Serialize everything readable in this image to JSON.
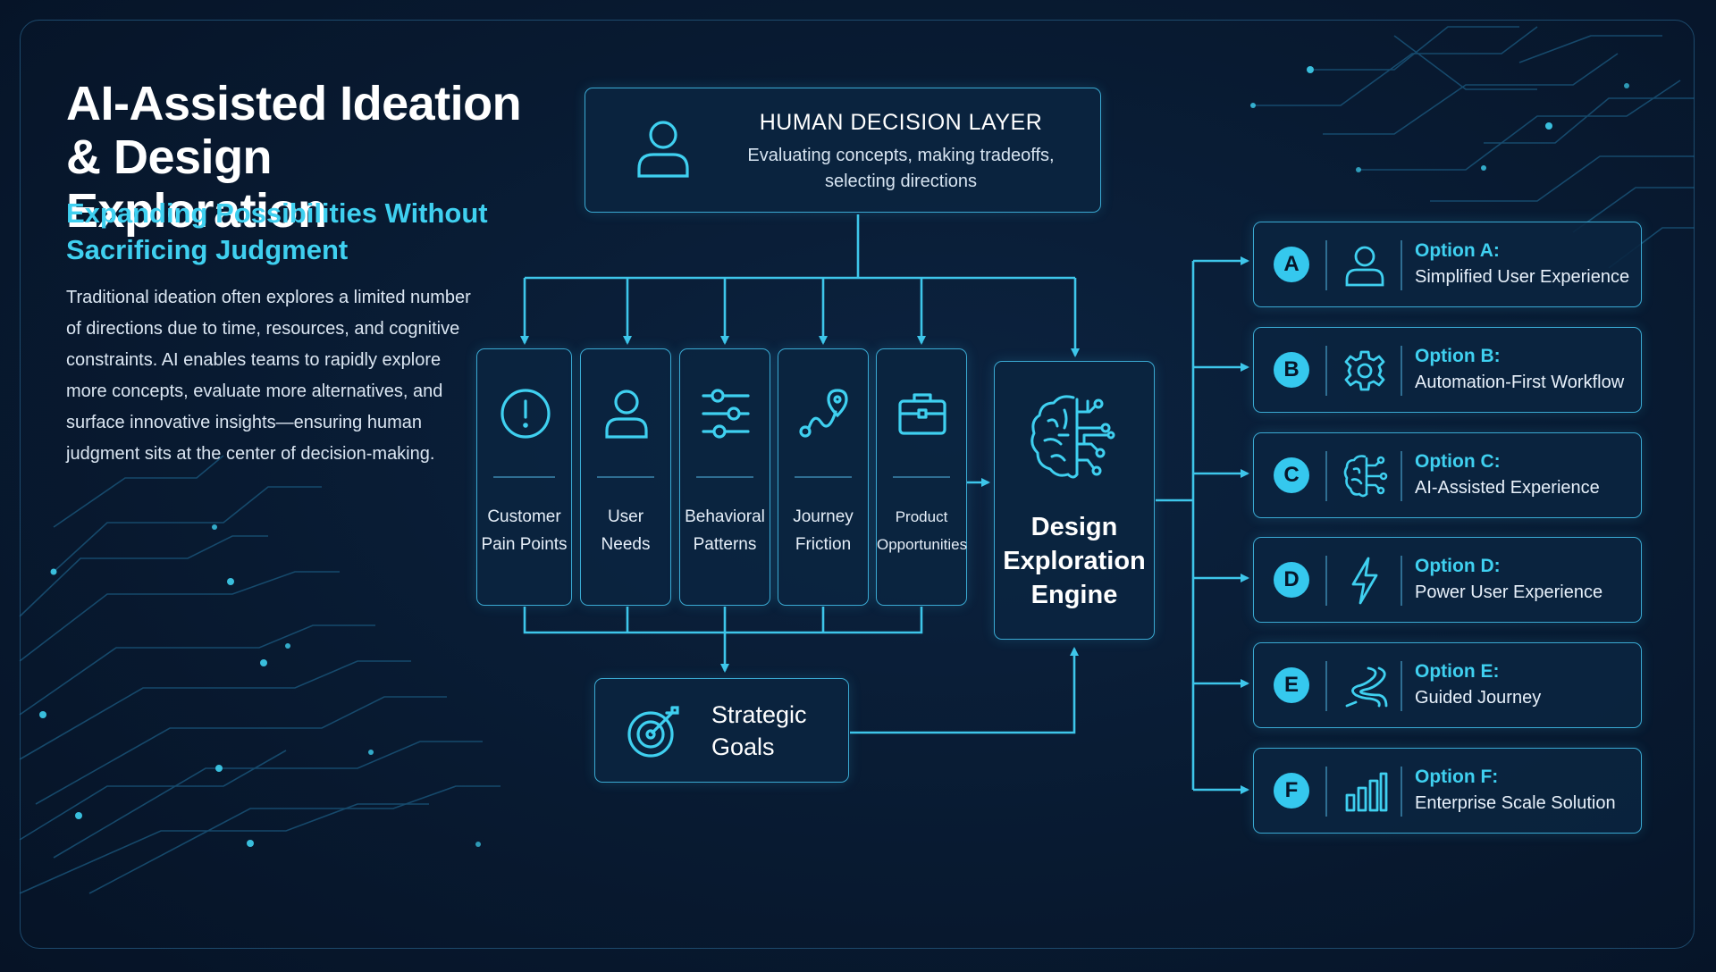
{
  "title": "AI-Assisted Ideation & Design Exploration",
  "subtitle": "Expanding Possibilities Without Sacrificing Judgment",
  "description": "Traditional ideation often explores a limited number of directions due to time, resources, and cognitive constraints. AI enables teams to rapidly explore more concepts, evaluate more alternatives, and surface innovative insights—ensuring human judgment sits at the center of decision-making.",
  "human_layer": {
    "title": "HUMAN DECISION LAYER",
    "subtitle": "Evaluating concepts, making tradeoffs, selecting directions",
    "icon": "user-icon"
  },
  "inputs": [
    {
      "label": "Customer Pain Points",
      "icon": "alert-circle-icon"
    },
    {
      "label": "User Needs",
      "icon": "user-icon"
    },
    {
      "label": "Behavioral Patterns",
      "icon": "sliders-icon"
    },
    {
      "label": "Journey Friction",
      "icon": "route-pin-icon"
    },
    {
      "label": "Product Opportunities",
      "icon": "briefcase-icon"
    }
  ],
  "goals": {
    "label": "Strategic Goals",
    "icon": "target-icon"
  },
  "engine": {
    "label": "Design Exploration Engine",
    "icon": "brain-circuit-icon"
  },
  "options": [
    {
      "letter": "A",
      "title": "Option A:",
      "desc": "Simplified User Experience",
      "icon": "user-icon"
    },
    {
      "letter": "B",
      "title": "Option B:",
      "desc": "Automation-First Workflow",
      "icon": "gear-icon"
    },
    {
      "letter": "C",
      "title": "Option C:",
      "desc": "AI-Assisted Experience",
      "icon": "brain-icon"
    },
    {
      "letter": "D",
      "title": "Option D:",
      "desc": "Power User Experience",
      "icon": "lightning-icon"
    },
    {
      "letter": "E",
      "title": "Option E:",
      "desc": "Guided Journey",
      "icon": "winding-road-icon"
    },
    {
      "letter": "F",
      "title": "Option F:",
      "desc": "Enterprise Scale Solution",
      "icon": "bar-chart-icon"
    }
  ],
  "colors": {
    "accent": "#3fd0f0",
    "line": "#3ec6ea",
    "border": "#3aa9d2",
    "background": "#07162a"
  }
}
